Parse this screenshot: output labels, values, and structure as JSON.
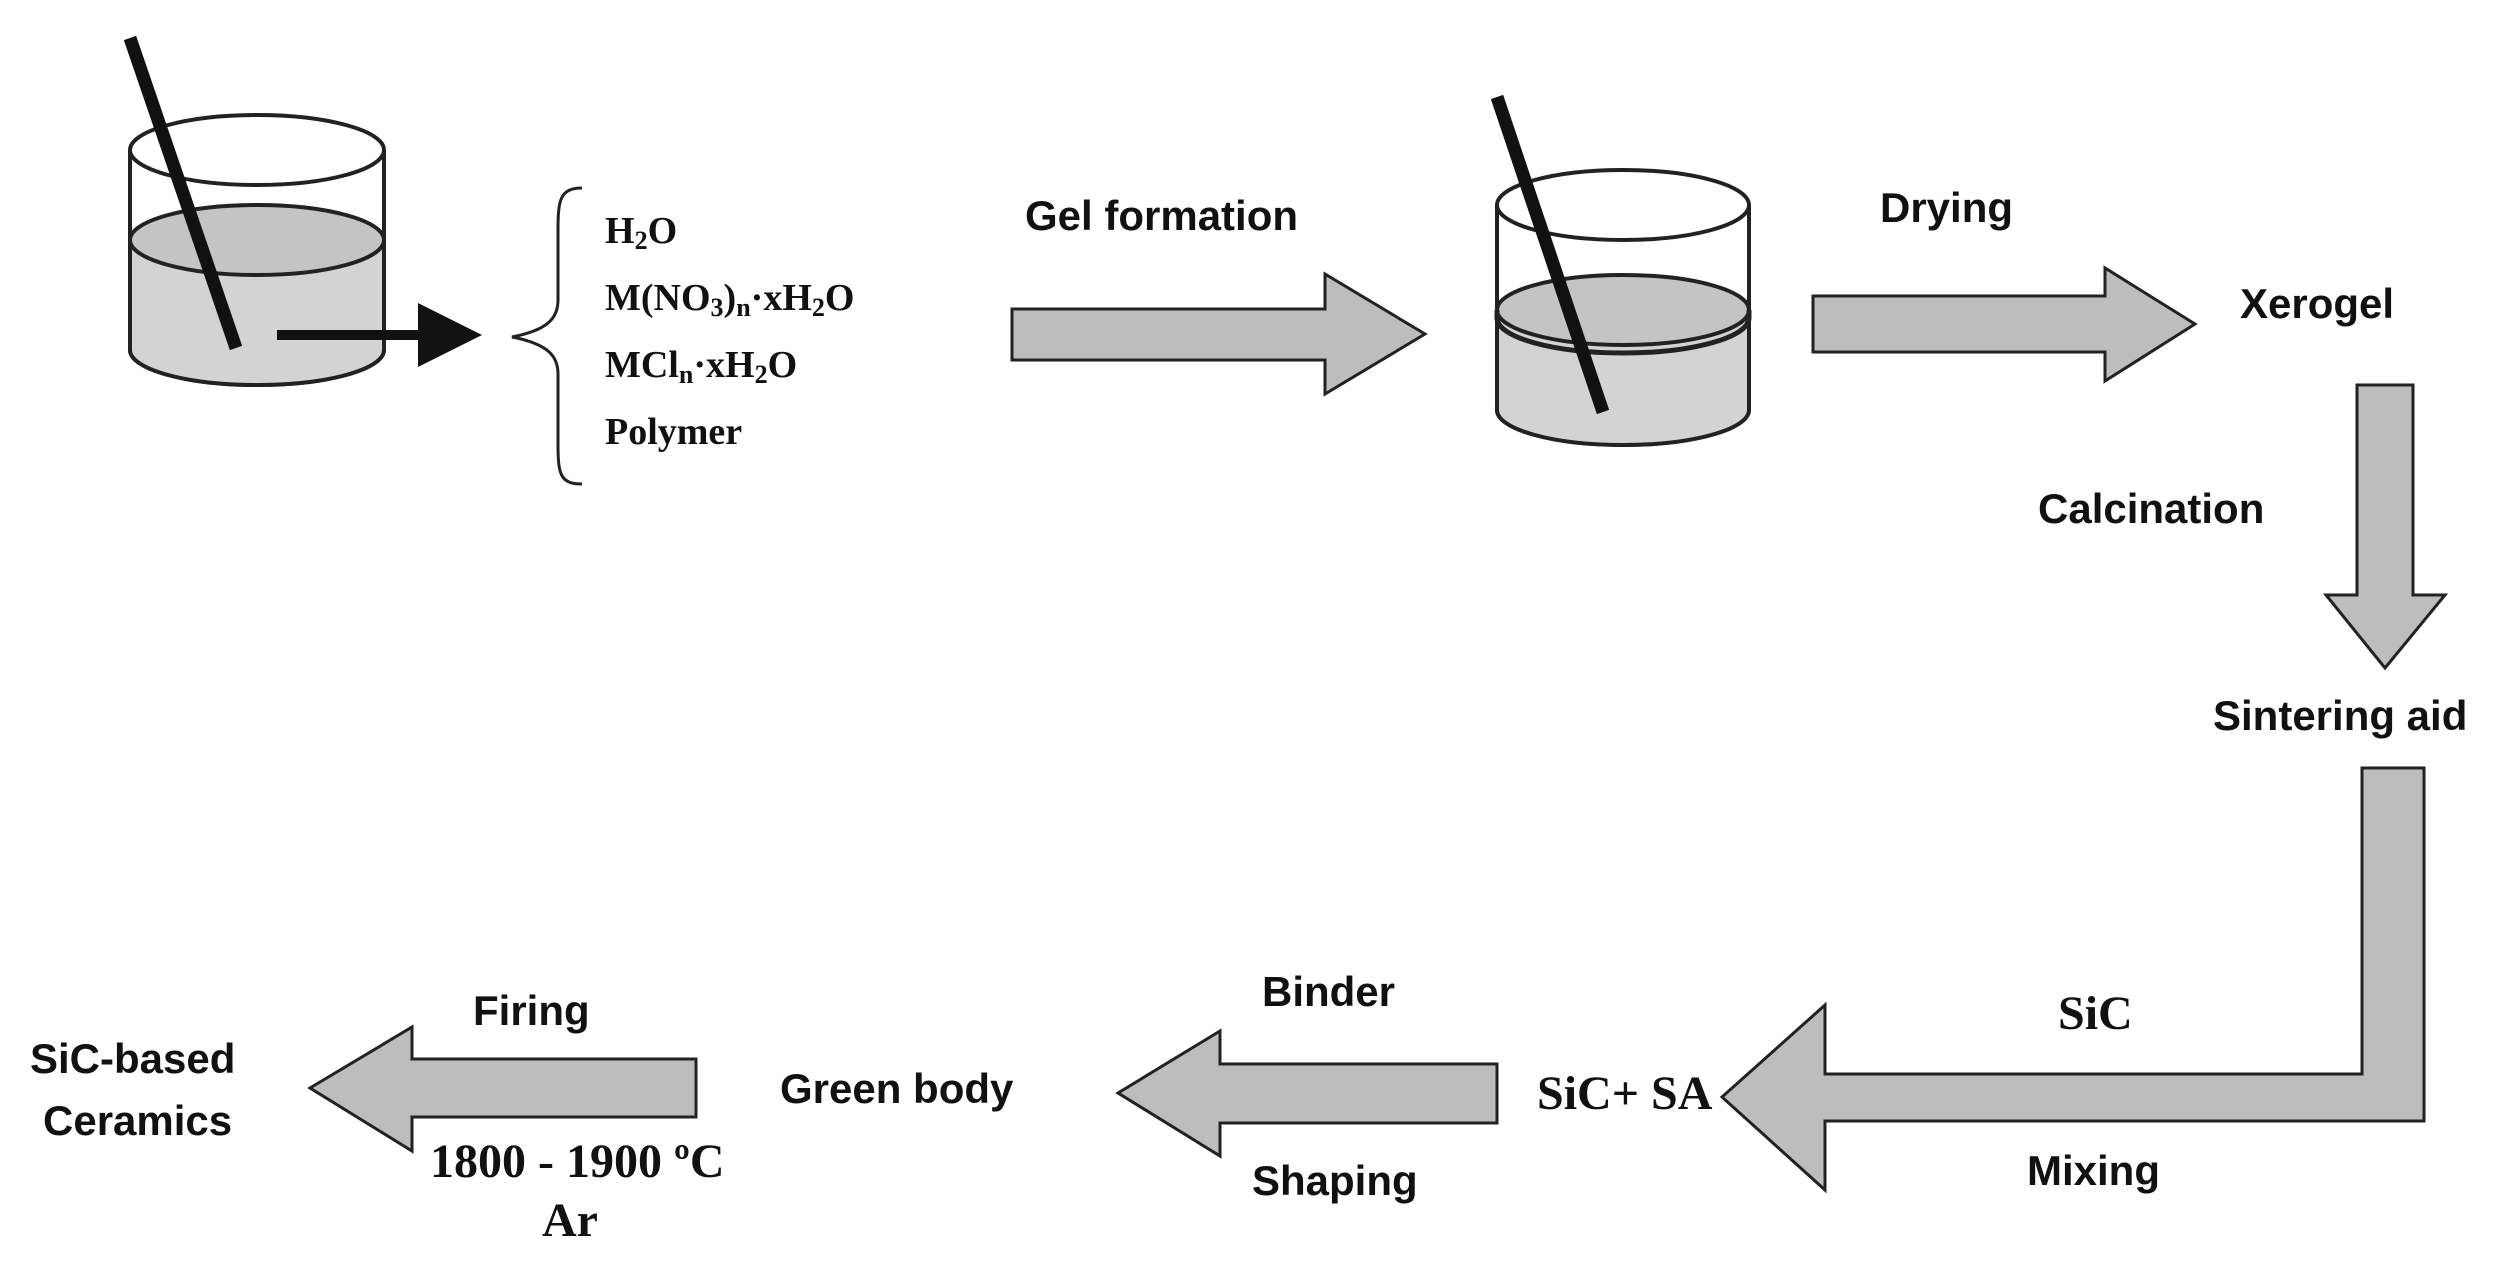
{
  "reagents": {
    "water_main": "H",
    "water_sub": "2",
    "water_end": "O",
    "nitrate_a": "M(NO",
    "nitrate_sub3": "3",
    "nitrate_b": ")",
    "nitrate_subn": "n",
    "nitrate_c": "·xH",
    "nitrate_sub2": "2",
    "nitrate_d": "O",
    "chloride_a": "MCl",
    "chloride_subn": "n",
    "chloride_b": "·xH",
    "chloride_sub2": "2",
    "chloride_c": "O",
    "polymer": "Polymer"
  },
  "steps": {
    "gel_formation": "Gel formation",
    "drying": "Drying",
    "calcination": "Calcination",
    "mixing": "Mixing",
    "binder": "Binder",
    "shaping": "Shaping",
    "firing": "Firing"
  },
  "products": {
    "xerogel": "Xerogel",
    "sintering_aid": "Sintering aid",
    "sic_input": "SiC",
    "sic_sa": "SiC+ SA",
    "green_body": "Green body",
    "final_line1": "SiC-based",
    "final_line2": "Ceramics"
  },
  "firing_conditions": {
    "temperature": "1800 - 1900 ºC",
    "atmosphere": "Ar"
  }
}
